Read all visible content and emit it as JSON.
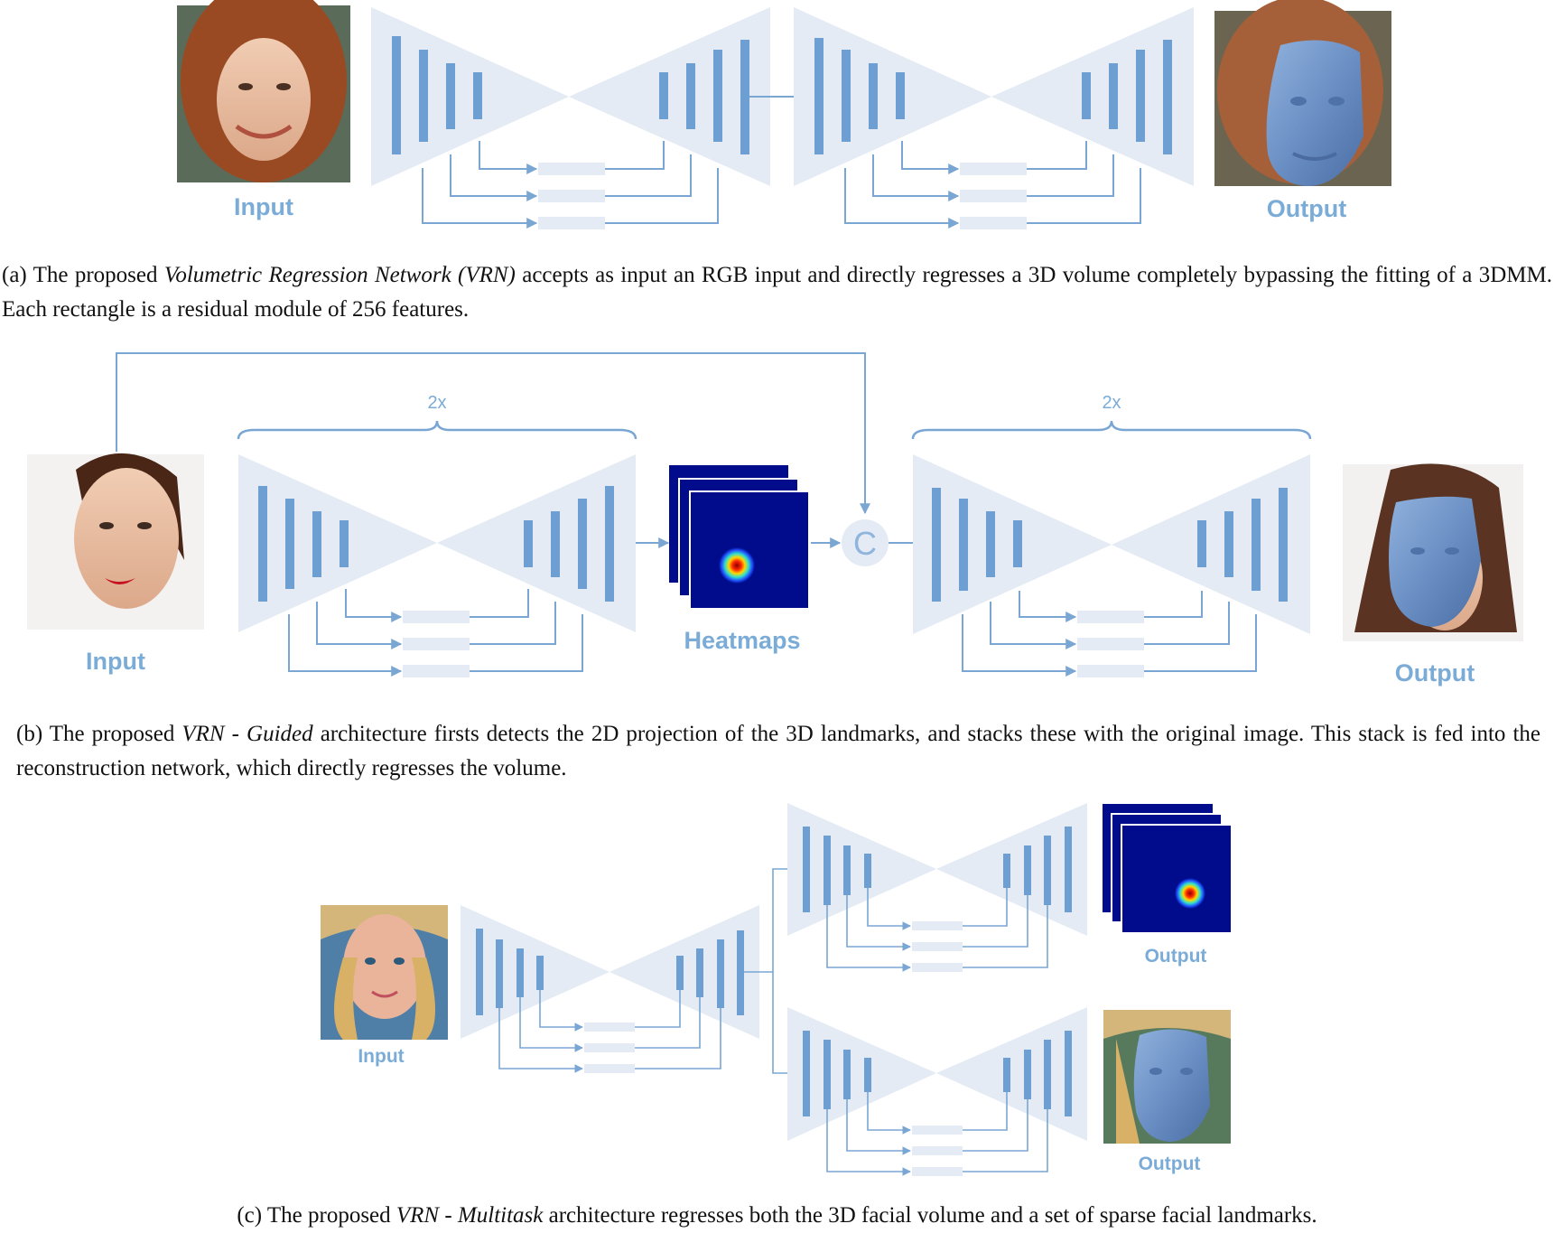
{
  "panel_a": {
    "input_label": "Input",
    "output_label": "Output",
    "caption": {
      "prefix": "(a) The proposed ",
      "emph": "Volumetric Regression Network (VRN)",
      "rest": " accepts as input an RGB input and directly regresses a 3D volume completely bypassing the fitting of a 3DMM. Each rectangle is a residual module of 256 features."
    }
  },
  "panel_b": {
    "input_label": "Input",
    "heatmaps_label": "Heatmaps",
    "concat_label": "C",
    "repeat_left": "2x",
    "repeat_right": "2x",
    "output_label": "Output",
    "caption": {
      "prefix": "(b) The proposed ",
      "emph1": "VRN",
      "mid": " - ",
      "emph2": "Guided",
      "rest": " architecture firsts detects the 2D projection of the 3D landmarks, and stacks these with the original image. This stack is fed into the reconstruction network, which directly regresses the volume."
    }
  },
  "panel_c": {
    "input_label": "Input",
    "output_top_label": "Output",
    "output_bottom_label": "Output",
    "caption": {
      "prefix": "(c) The proposed ",
      "emph1": "VRN",
      "mid": " - ",
      "emph2": "Multitask",
      "rest": " architecture regresses both the 3D facial volume and a set of sparse facial landmarks."
    }
  },
  "colors": {
    "network_fill": "#e4ebf5",
    "bar_fill": "#6d9fd2",
    "line": "#7aa6d4",
    "label": "#7bacd8",
    "heatmap_bg": "#000c8c",
    "face_mesh": "#6f95c8"
  }
}
